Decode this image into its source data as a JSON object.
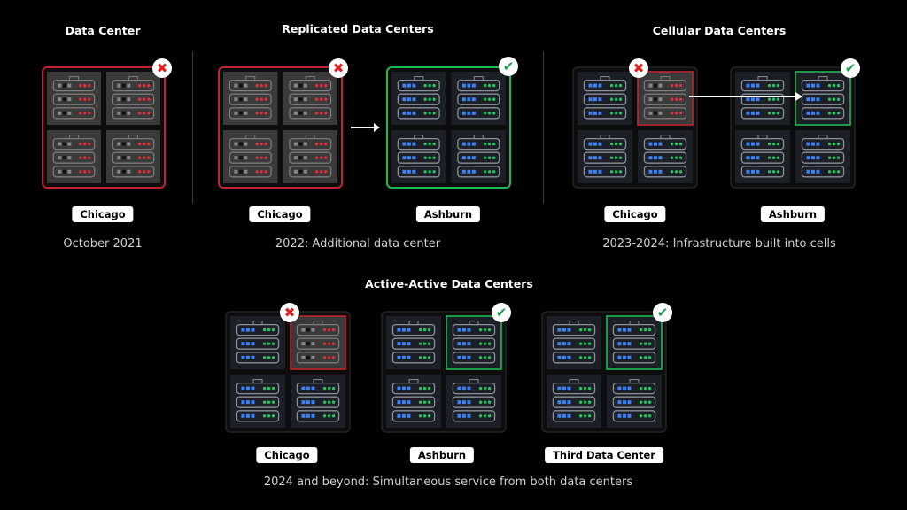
{
  "sections": {
    "single": {
      "title": "Data Center",
      "caption": "October 2021",
      "sites": [
        "Chicago"
      ]
    },
    "replicated": {
      "title": "Replicated Data Centers",
      "caption": "2022: Additional data center",
      "sites": [
        "Chicago",
        "Ashburn"
      ]
    },
    "cellular": {
      "title": "Cellular Data Centers",
      "caption": "2023-2024: Infrastructure built into cells",
      "sites": [
        "Chicago",
        "Ashburn"
      ]
    },
    "active": {
      "title": "Active-Active Data Centers",
      "caption": "2024 and beyond: Simultaneous service from both data centers",
      "sites": [
        "Chicago",
        "Ashburn",
        "Third Data Center"
      ]
    }
  },
  "status_icons": {
    "down": "x-mark",
    "up": "check-mark"
  },
  "colors": {
    "down": "#c0252e",
    "up": "#1db954",
    "led_red": "#e0303a",
    "led_blue": "#3b82f6",
    "led_green": "#22c55e"
  }
}
